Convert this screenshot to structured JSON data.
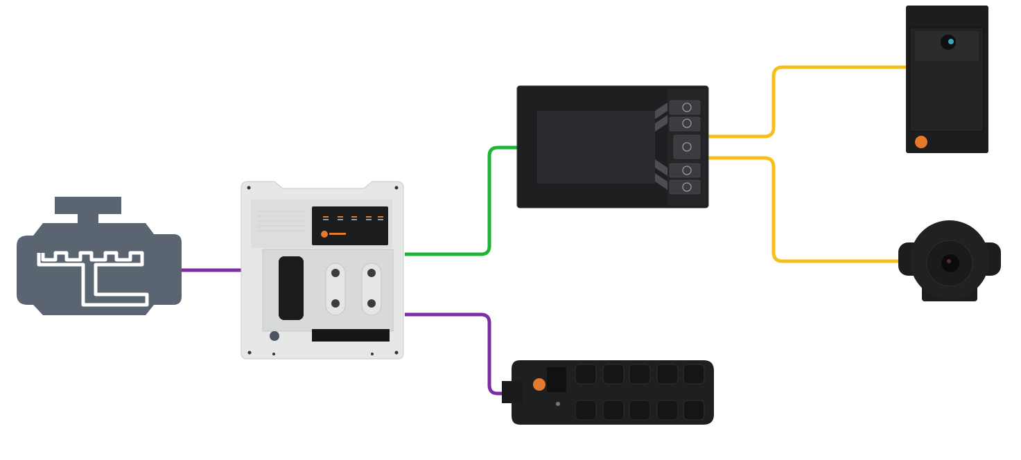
{
  "colors": {
    "engine_icon": "#5b6571",
    "can_bus_line": "#7b2fa3",
    "ethernet_line": "#1fb534",
    "video_line": "#f5bf1c",
    "device_body": "#1e1f21",
    "controller_body": "#e6e7e7",
    "brand_orange": "#e5792c"
  },
  "icons": {
    "engine": "engine-icon",
    "controller": "mobile-controller",
    "display": "dialog-display",
    "io_module": "io-module",
    "camera_1": "box-camera",
    "camera_2": "dome-camera"
  }
}
